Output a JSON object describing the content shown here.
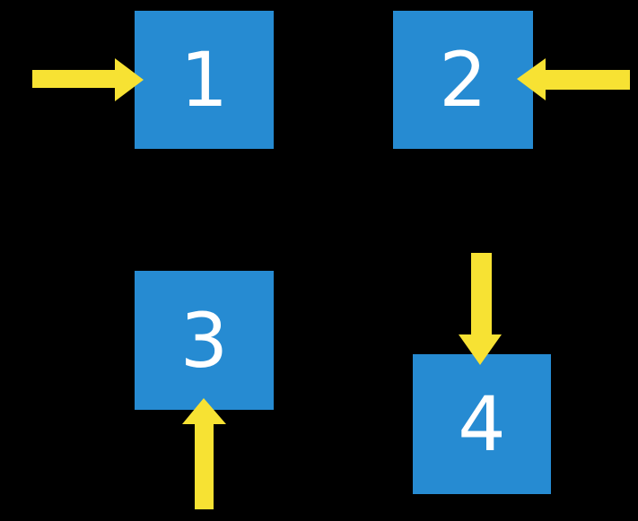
{
  "diagram": {
    "background_color": "#000000",
    "box_color": "#268BD2",
    "arrow_color": "#F7E233",
    "label_color": "#FFFFFF",
    "boxes": [
      {
        "label": "1",
        "arrow": "pointing-right-into-left-side"
      },
      {
        "label": "2",
        "arrow": "pointing-left-into-right-side"
      },
      {
        "label": "3",
        "arrow": "pointing-up-into-bottom-side"
      },
      {
        "label": "4",
        "arrow": "pointing-down-into-top-side"
      }
    ]
  }
}
